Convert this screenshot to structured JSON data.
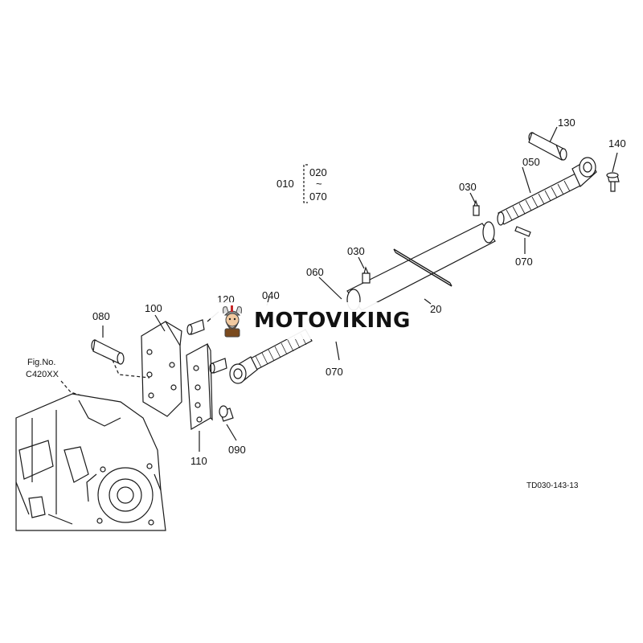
{
  "figure": {
    "fig_ref_label": "Fig.No.",
    "fig_ref_code": "C420XX",
    "drawing_code": "TD030-143-13",
    "range_label_start": "010",
    "range_label_from": "020",
    "range_label_tilde": "~",
    "range_label_to": "070"
  },
  "part_labels": {
    "p130": "130",
    "p140": "140",
    "p050": "050",
    "p030_right": "030",
    "p070_right": "070",
    "p030_mid": "030",
    "p060": "060",
    "p040": "040",
    "p120": "120",
    "p020_partial": "20",
    "p070_bottom": "070",
    "p080": "080",
    "p100": "100",
    "p090": "090",
    "p110": "110"
  },
  "watermark": {
    "text": "MOTOVIKING"
  }
}
